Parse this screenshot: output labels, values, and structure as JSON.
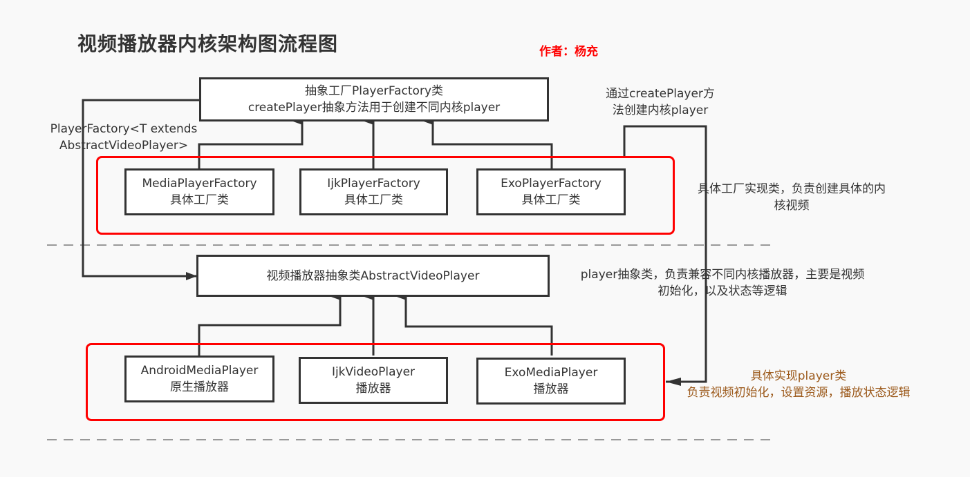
{
  "header": {
    "title": "视频播放器内核架构图流程图",
    "author": "作者：杨充"
  },
  "colors": {
    "line": "#333333",
    "group_border": "#ff0000",
    "divider": "#999999",
    "author_text": "#ff0000",
    "impl_note_text": "#9c5a1c"
  },
  "factory_layer": {
    "abstract_factory": {
      "line1": "抽象工厂PlayerFactory类",
      "line2": "createPlayer抽象方法用于创建不同内核player"
    },
    "generic_label": {
      "line1": "PlayerFactory<T extends",
      "line2": "AbstractVideoPlayer>"
    },
    "concrete_factories": [
      {
        "name": "MediaPlayerFactory",
        "desc": "具体工厂类"
      },
      {
        "name": "IjkPlayerFactory",
        "desc": "具体工厂类"
      },
      {
        "name": "ExoPlayerFactory",
        "desc": "具体工厂类"
      }
    ],
    "create_note": {
      "line1": "通过createPlayer方",
      "line2": "法创建内核player"
    },
    "factory_note": {
      "line1": "具体工厂实现类，负责创建具体的内",
      "line2": "核视频"
    }
  },
  "player_layer": {
    "abstract_player": {
      "label": "视频播放器抽象类AbstractVideoPlayer"
    },
    "abstract_note": {
      "line1": "player抽象类，负责兼容不同内核播放器，主要是视频",
      "line2": "初始化，以及状态等逻辑"
    },
    "concrete_players": [
      {
        "name": "AndroidMediaPlayer",
        "desc": "原生播放器"
      },
      {
        "name": "IjkVideoPlayer",
        "desc": "播放器"
      },
      {
        "name": "ExoMediaPlayer",
        "desc": "播放器"
      }
    ],
    "impl_note": {
      "line1": "具体实现player类",
      "line2": "负责视频初始化，设置资源，播放状态逻辑"
    }
  }
}
